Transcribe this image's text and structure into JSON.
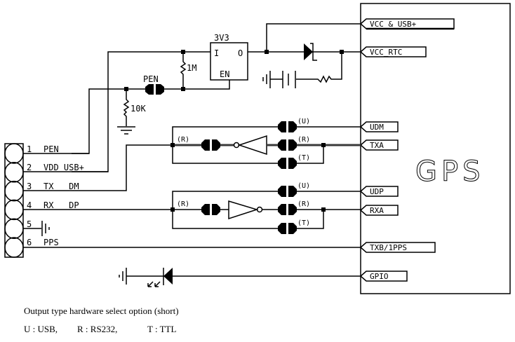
{
  "gps_module": {
    "label": "GPS",
    "pins": [
      {
        "name": "VCC & USB+"
      },
      {
        "name": "VCC_RTC"
      },
      {
        "name": "UDM"
      },
      {
        "name": "TXA"
      },
      {
        "name": "UDP"
      },
      {
        "name": "RXA"
      },
      {
        "name": "TXB/1PPS"
      },
      {
        "name": "GPIO"
      }
    ]
  },
  "regulator": {
    "label": "3V3",
    "in_label": "I",
    "out_label": "O",
    "en_label": "EN"
  },
  "components": {
    "r_pullup": "1M",
    "r_pulldown": "10K",
    "jumper_pen": "PEN"
  },
  "connector": {
    "pins": [
      {
        "num": "1",
        "name": "PEN"
      },
      {
        "num": "2",
        "name": "VDD USB+"
      },
      {
        "num": "3",
        "name": "TX   DM"
      },
      {
        "num": "4",
        "name": "RX   DP"
      },
      {
        "num": "5",
        "name": ""
      },
      {
        "num": "6",
        "name": "PPS"
      }
    ]
  },
  "jumpers": {
    "u": "(U)",
    "r": "(R)",
    "t": "(T)"
  },
  "caption": {
    "line1": "Output type hardware select option (short)",
    "line2_u": "U : USB,",
    "line2_r": "R : RS232,",
    "line2_t": "T : TTL"
  }
}
